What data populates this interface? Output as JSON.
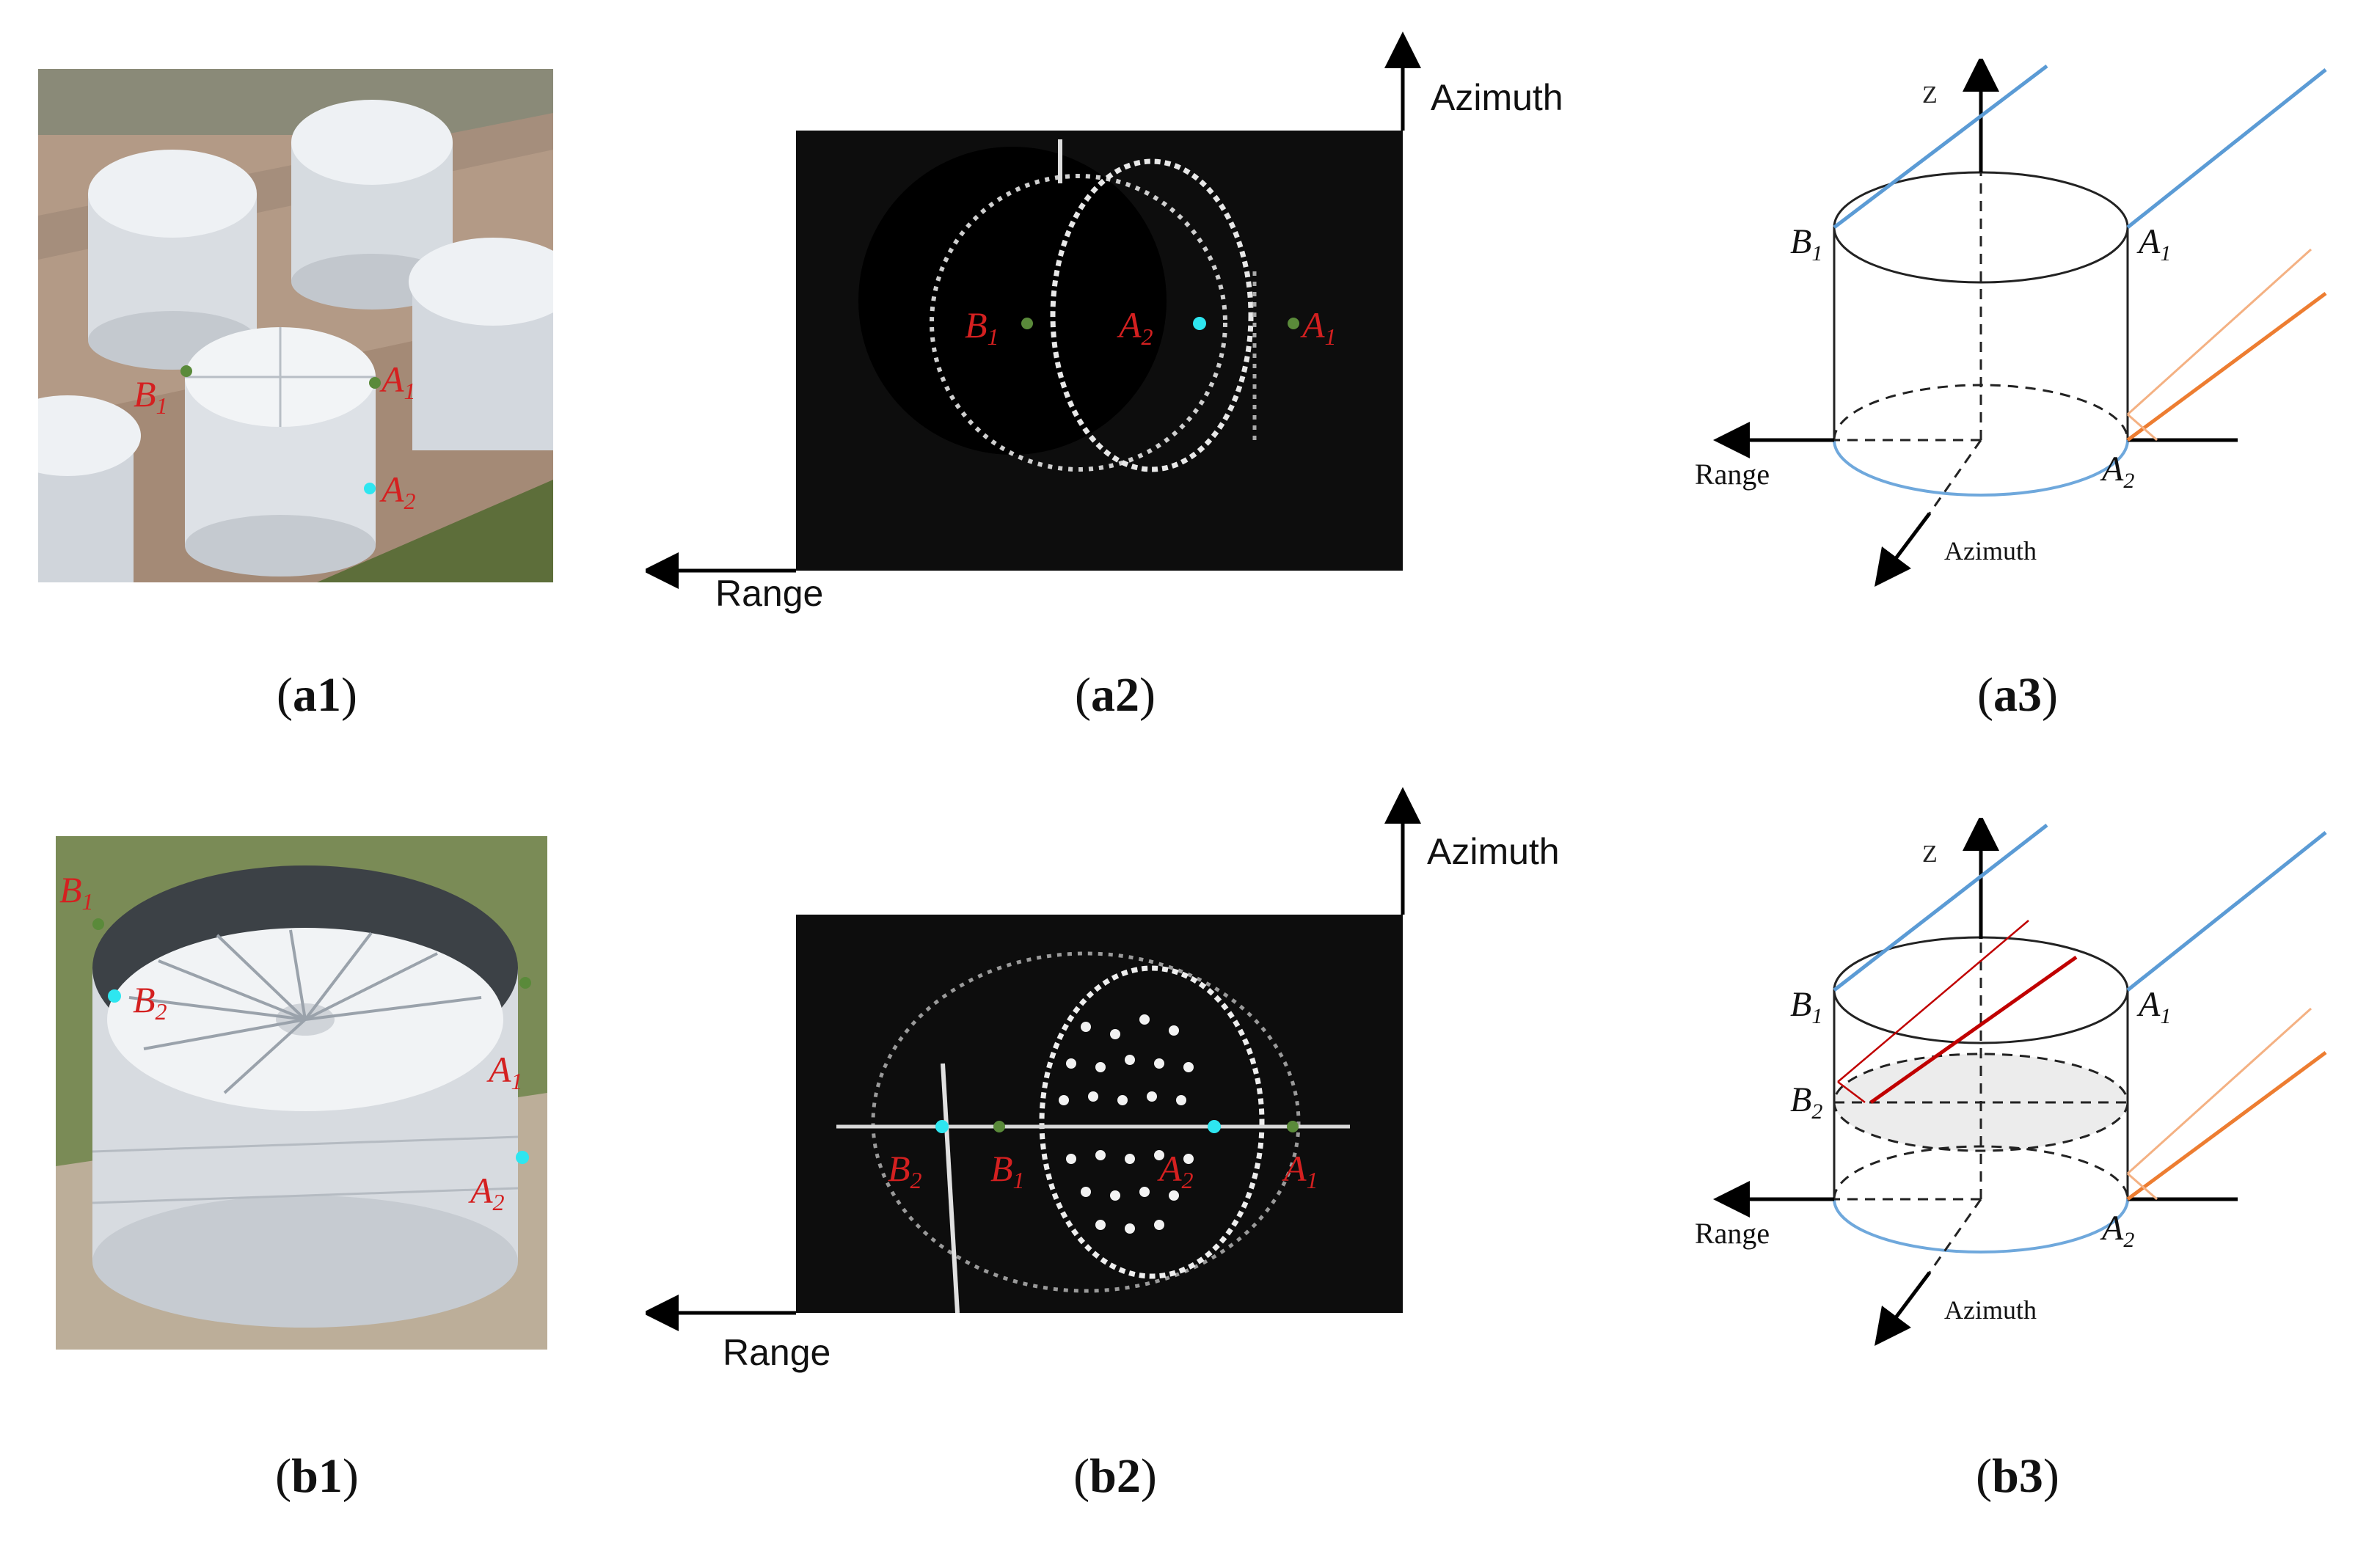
{
  "captions": {
    "a1_prefix": "(",
    "a1_id": "a1",
    "a1_suffix": ")",
    "a2_prefix": "(",
    "a2_id": "a2",
    "a2_suffix": ")",
    "a3_prefix": "(",
    "a3_id": "a3",
    "a3_suffix": ")",
    "b1_prefix": "(",
    "b1_id": "b1",
    "b1_suffix": ")",
    "b2_prefix": "(",
    "b2_id": "b2",
    "b2_suffix": ")",
    "b3_prefix": "(",
    "b3_id": "b3",
    "b3_suffix": ")"
  },
  "axes": {
    "azimuth": "Azimuth",
    "range": "Range",
    "z": "Z"
  },
  "points": {
    "A": "A",
    "B": "B",
    "sub1": "1",
    "sub2": "2"
  },
  "colors": {
    "marker_green": "#5a8a3a",
    "marker_cyan": "#2ee6f0",
    "label_red": "#d42020",
    "ray_blue": "#5b9bd5",
    "ray_orange": "#ed7d31",
    "ray_red": "#c00000"
  }
}
